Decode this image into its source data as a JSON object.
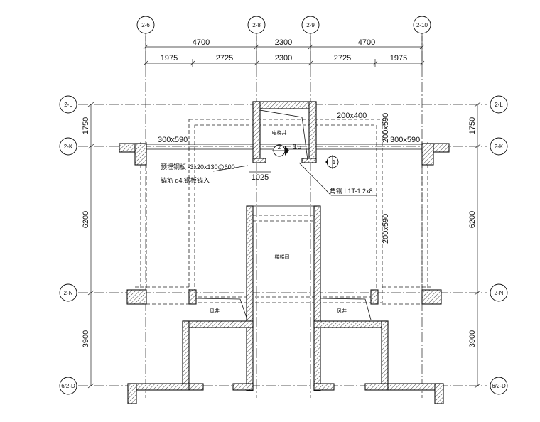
{
  "grid_bubbles": {
    "col_1": "2-6",
    "col_2": "2-8",
    "col_3": "2-9",
    "col_4": "2-10",
    "row_1": "2-L",
    "row_2": "2-K",
    "row_3": "2-N",
    "row_4": "6/2-D"
  },
  "dims_top": {
    "overall_1": "4700",
    "overall_2": "2300",
    "overall_3": "4700",
    "detail_1": "1975",
    "detail_2": "2725",
    "detail_3": "2300",
    "detail_4": "2725",
    "detail_5": "1975"
  },
  "dims_side": {
    "a": "1750",
    "b": "6200",
    "c": "3900"
  },
  "beams": {
    "b1": "200x400",
    "b2": "200x590",
    "b3": "300x590",
    "b4": "300x590",
    "b5": "200x590"
  },
  "annotations": {
    "embed_plate": "预埋钢板 -3x20x130@600",
    "anchor_bar": "锚筋 d4,钢板锚入",
    "angle_steel": "角钢 L1T-1.2x8",
    "width_1025": "1025",
    "mark_15": "15",
    "shaft": "电梯井",
    "stair": "楼梯间",
    "vent_left": "风井",
    "vent_right": "风井",
    "section_a": "2",
    "section_b": "1"
  }
}
